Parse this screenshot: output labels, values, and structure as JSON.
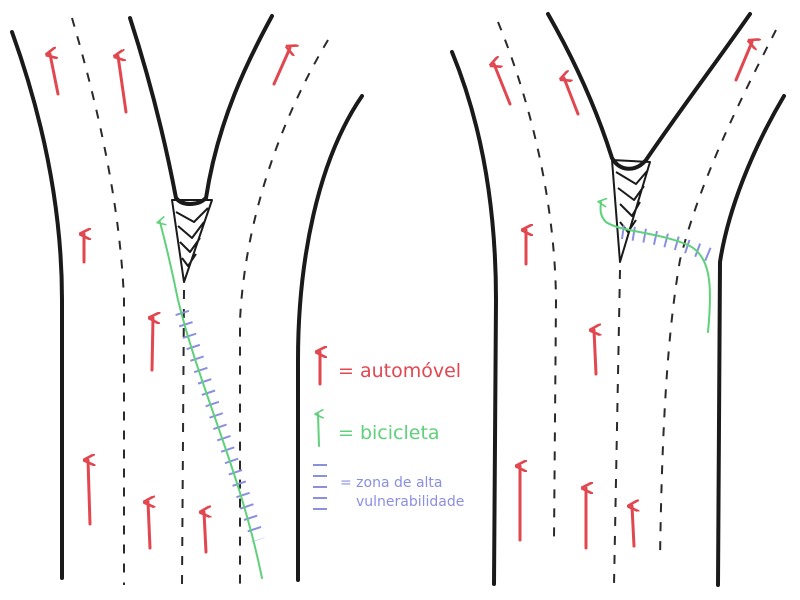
{
  "colors": {
    "road_edge": "#1a1a1a",
    "lane_mark": "#2a2a2a",
    "car": "#e2474f",
    "bicycle": "#5fd17a",
    "vulnerability": "#8a8fe0"
  },
  "legend": {
    "car_label": "= automóvel",
    "bicycle_label": "= bicicleta",
    "vulnerability_label_line1": "= zona de alta",
    "vulnerability_label_line2": "vulnerabilidade"
  }
}
